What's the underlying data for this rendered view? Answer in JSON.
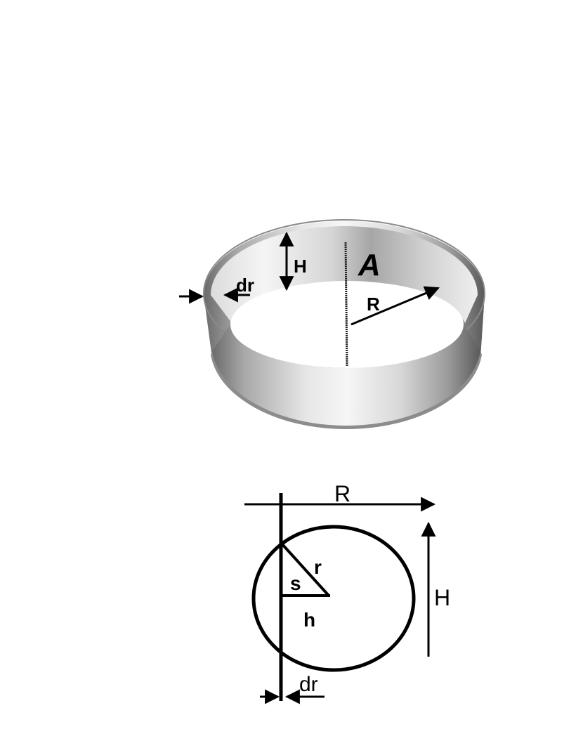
{
  "ring_diagram": {
    "height_label": "H",
    "thickness_label": "dr",
    "area_label": "A",
    "radius_label": "R"
  },
  "cross_section": {
    "radius_label": "R",
    "height_label": "H",
    "circle_radius_label": "r",
    "segment_label": "s",
    "offset_label": "h",
    "thickness_label": "dr"
  },
  "colors": {
    "ink": "#000000",
    "ring_light": "#f4f4f4",
    "ring_dark": "#5a5a5a"
  }
}
